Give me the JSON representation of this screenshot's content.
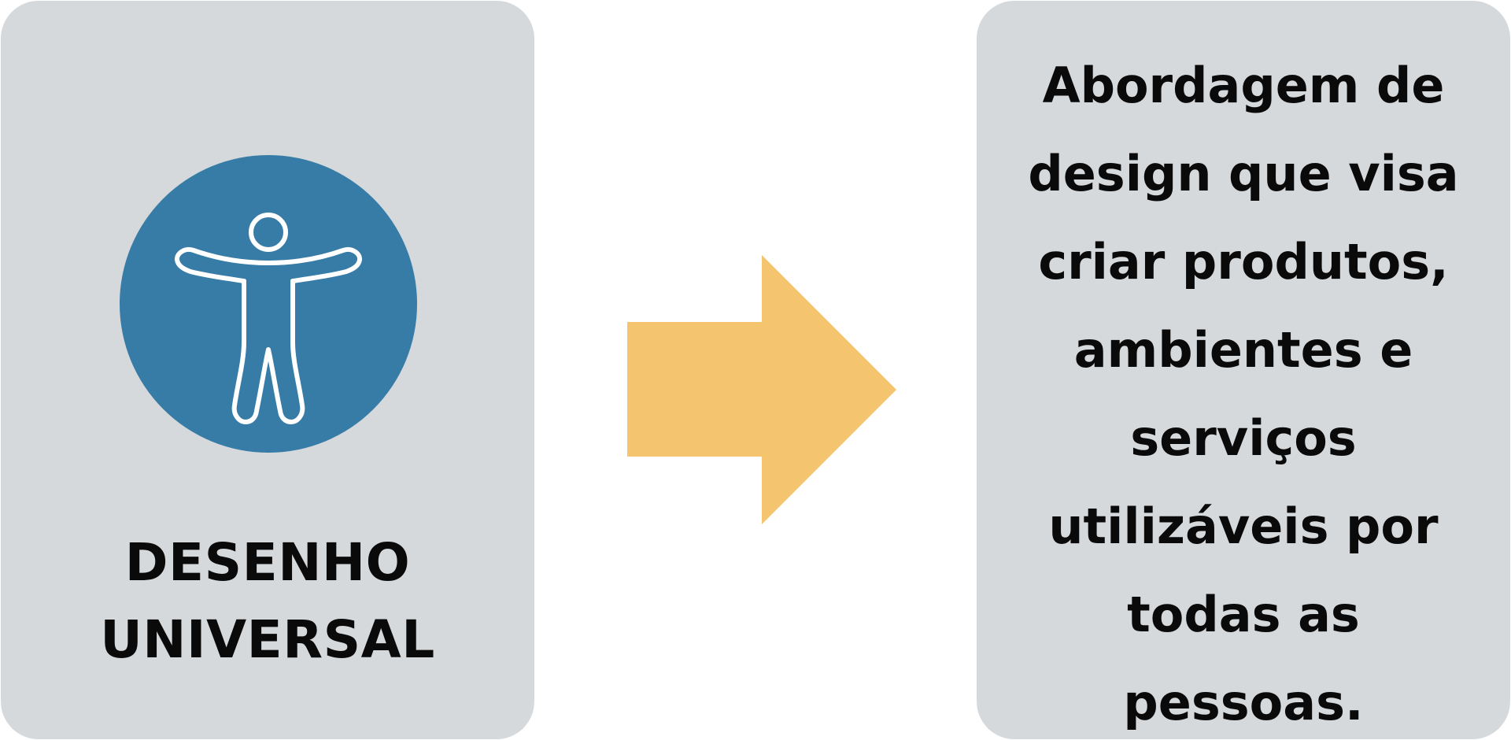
{
  "colors": {
    "card_bg": "#d6d9dc",
    "icon_circle": "#377ca6",
    "icon_stroke": "#ffffff",
    "arrow": "#f4c56e",
    "text": "#0a0a0a"
  },
  "left_card": {
    "icon": "accessibility-person-icon",
    "title_lines": [
      "DESENHO",
      "UNIVERSAL"
    ]
  },
  "arrow": {
    "icon": "right-arrow-icon"
  },
  "right_card": {
    "description_lines": [
      "Abordagem de",
      "design que visa",
      "criar produtos,",
      "ambientes e",
      "serviços",
      "utilizáveis por",
      "todas as",
      "pessoas."
    ]
  }
}
